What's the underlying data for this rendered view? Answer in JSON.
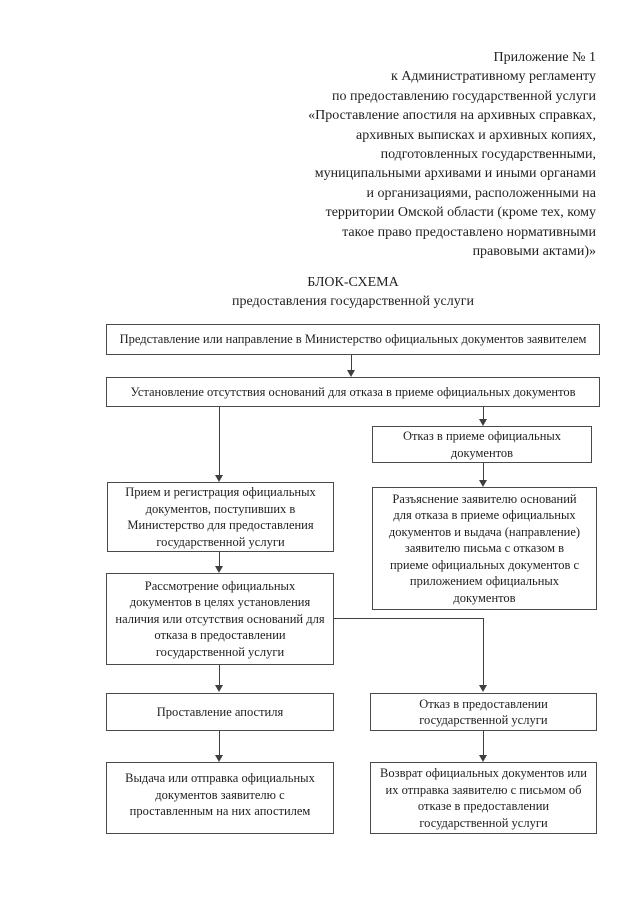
{
  "colors": {
    "paper": "#ffffff",
    "ink": "#1f1f1f",
    "line": "#3f3f3f",
    "box_border": "#4a4a4a"
  },
  "header": {
    "appendix_note": "Приложение № 1\nк Административному регламенту\nпо предоставлению государственной услуги\n«Проставление апостиля на архивных справках,\nархивных выписках и архивных копиях,\nподготовленных государственными,\nмуниципальными архивами и иными органами\nи организациями, расположенными на\nтерритории Омской области (кроме тех, кому\nтакое право предоставлено нормативными\nправовыми актами)»"
  },
  "title": {
    "heading": "БЛОК-СХЕМА",
    "subheading": "предоставления государственной услуги"
  },
  "flowchart": {
    "boxes": {
      "submission": {
        "text": "Представление или направление в Министерство официальных документов заявителем"
      },
      "check_grounds": {
        "text": "Установление отсутствия оснований для отказа в приеме официальных документов"
      },
      "refusal_accept": {
        "text": "Отказ в приеме официальных\nдокументов"
      },
      "reception_registration": {
        "text": "Прием и регистрация официальных\nдокументов, поступивших в\nМинистерство для предоставления\nгосударственной услуги"
      },
      "explanation_refusal": {
        "text": "Разъяснение заявителю оснований\nдля отказа в приеме официальных\nдокументов и выдача (направление)\nзаявителю письма с отказом в\nприеме официальных документов с\nприложением официальных\nдокументов"
      },
      "review": {
        "text": "Рассмотрение официальных\nдокументов в целях установления\nналичия или отсутствия оснований для\nотказа в предоставлении\nгосударственной услуги"
      },
      "apostille": {
        "text": "Проставление апостиля"
      },
      "refusal_service": {
        "text": "Отказ в предоставлении\nгосударственной услуги"
      },
      "issuance": {
        "text": "Выдача или отправка официальных\nдокументов заявителю с\nпроставленным на них апостилем"
      },
      "return_documents": {
        "text": "Возврат официальных документов или\nих отправка заявителю с письмом об\nотказе в предоставлении\nгосударственной услуги"
      }
    }
  }
}
